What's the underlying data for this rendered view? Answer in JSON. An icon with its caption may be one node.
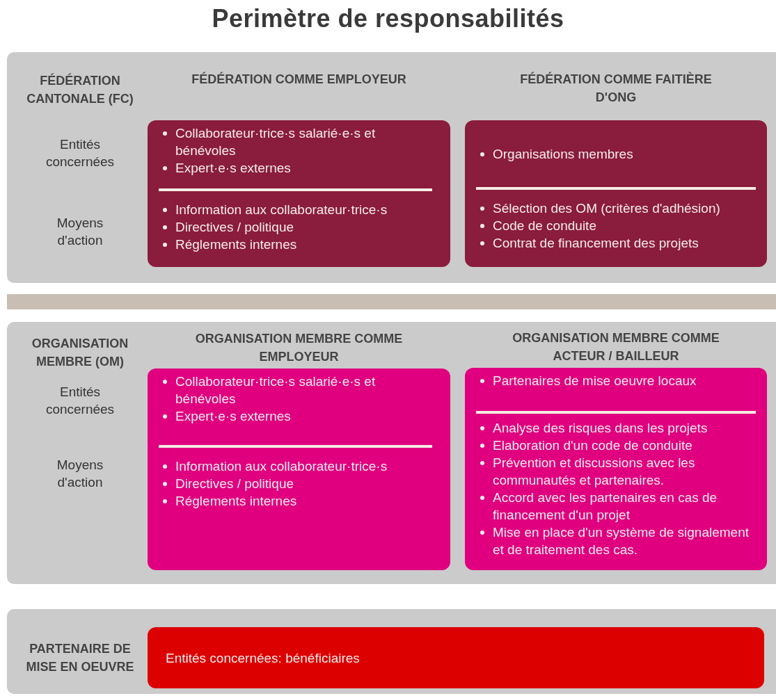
{
  "diagram": {
    "title": "Perimètre de responsabilités",
    "nodes": [
      {
        "text": [
          "FÉDÉRATION CANTONALE (FC)",
          "Entités concernées",
          "Moyens d'action"
        ]
      },
      {
        "text": [
          "FÉDÉRATION COMME EMPLOYEUR",
          "Collaborateur·trice·s salarié·e·s et bénévoles",
          "Expert·e·s externes",
          "Information aux collaborateur·trice·s",
          "Directives / politique",
          "Réglements internes"
        ],
        "in": 0
      },
      {
        "text": [
          "FÉDÉRATION COMME FAITIÈRE D'ONG",
          "Organisations membres",
          "Sélection des OM (critères d'adhésion)",
          "Code de conduite",
          "Contrat de financement des projets"
        ],
        "in": 0
      },
      {
        "text": [],
        "shape": "bar"
      },
      {
        "text": [
          "ORGANISATION MEMBRE (OM)",
          "Entités concernées",
          "Moyens d'action"
        ]
      },
      {
        "text": [
          "ORGANISATION MEMBRE COMME EMPLOYEUR",
          "Collaborateur·trice·s salarié·e·s et bénévoles",
          "Expert·e·s externes",
          "Information aux collaborateur·trice·s",
          "Directives / politique",
          "Réglements internes"
        ],
        "in": 4
      },
      {
        "text": [
          "ORGANISATION MEMBRE COMME ACTEUR / BAILLEUR",
          "Partenaires de mise oeuvre locaux",
          "Analyse des risques dans les projets",
          "Elaboration d'un code de conduite",
          "Prévention et discussions avec les communautés et partenaires.",
          "Accord avec les partenaires en cas de financement d'un projet",
          "Mise en place d'un système de signalement et de traitement des cas."
        ],
        "in": 4
      },
      {
        "text": [
          "PARTENAIRE DE MISE EN OEUVRE"
        ]
      },
      {
        "text": [
          "Entités concernées: bénéficiaires"
        ],
        "in": 7
      }
    ]
  }
}
